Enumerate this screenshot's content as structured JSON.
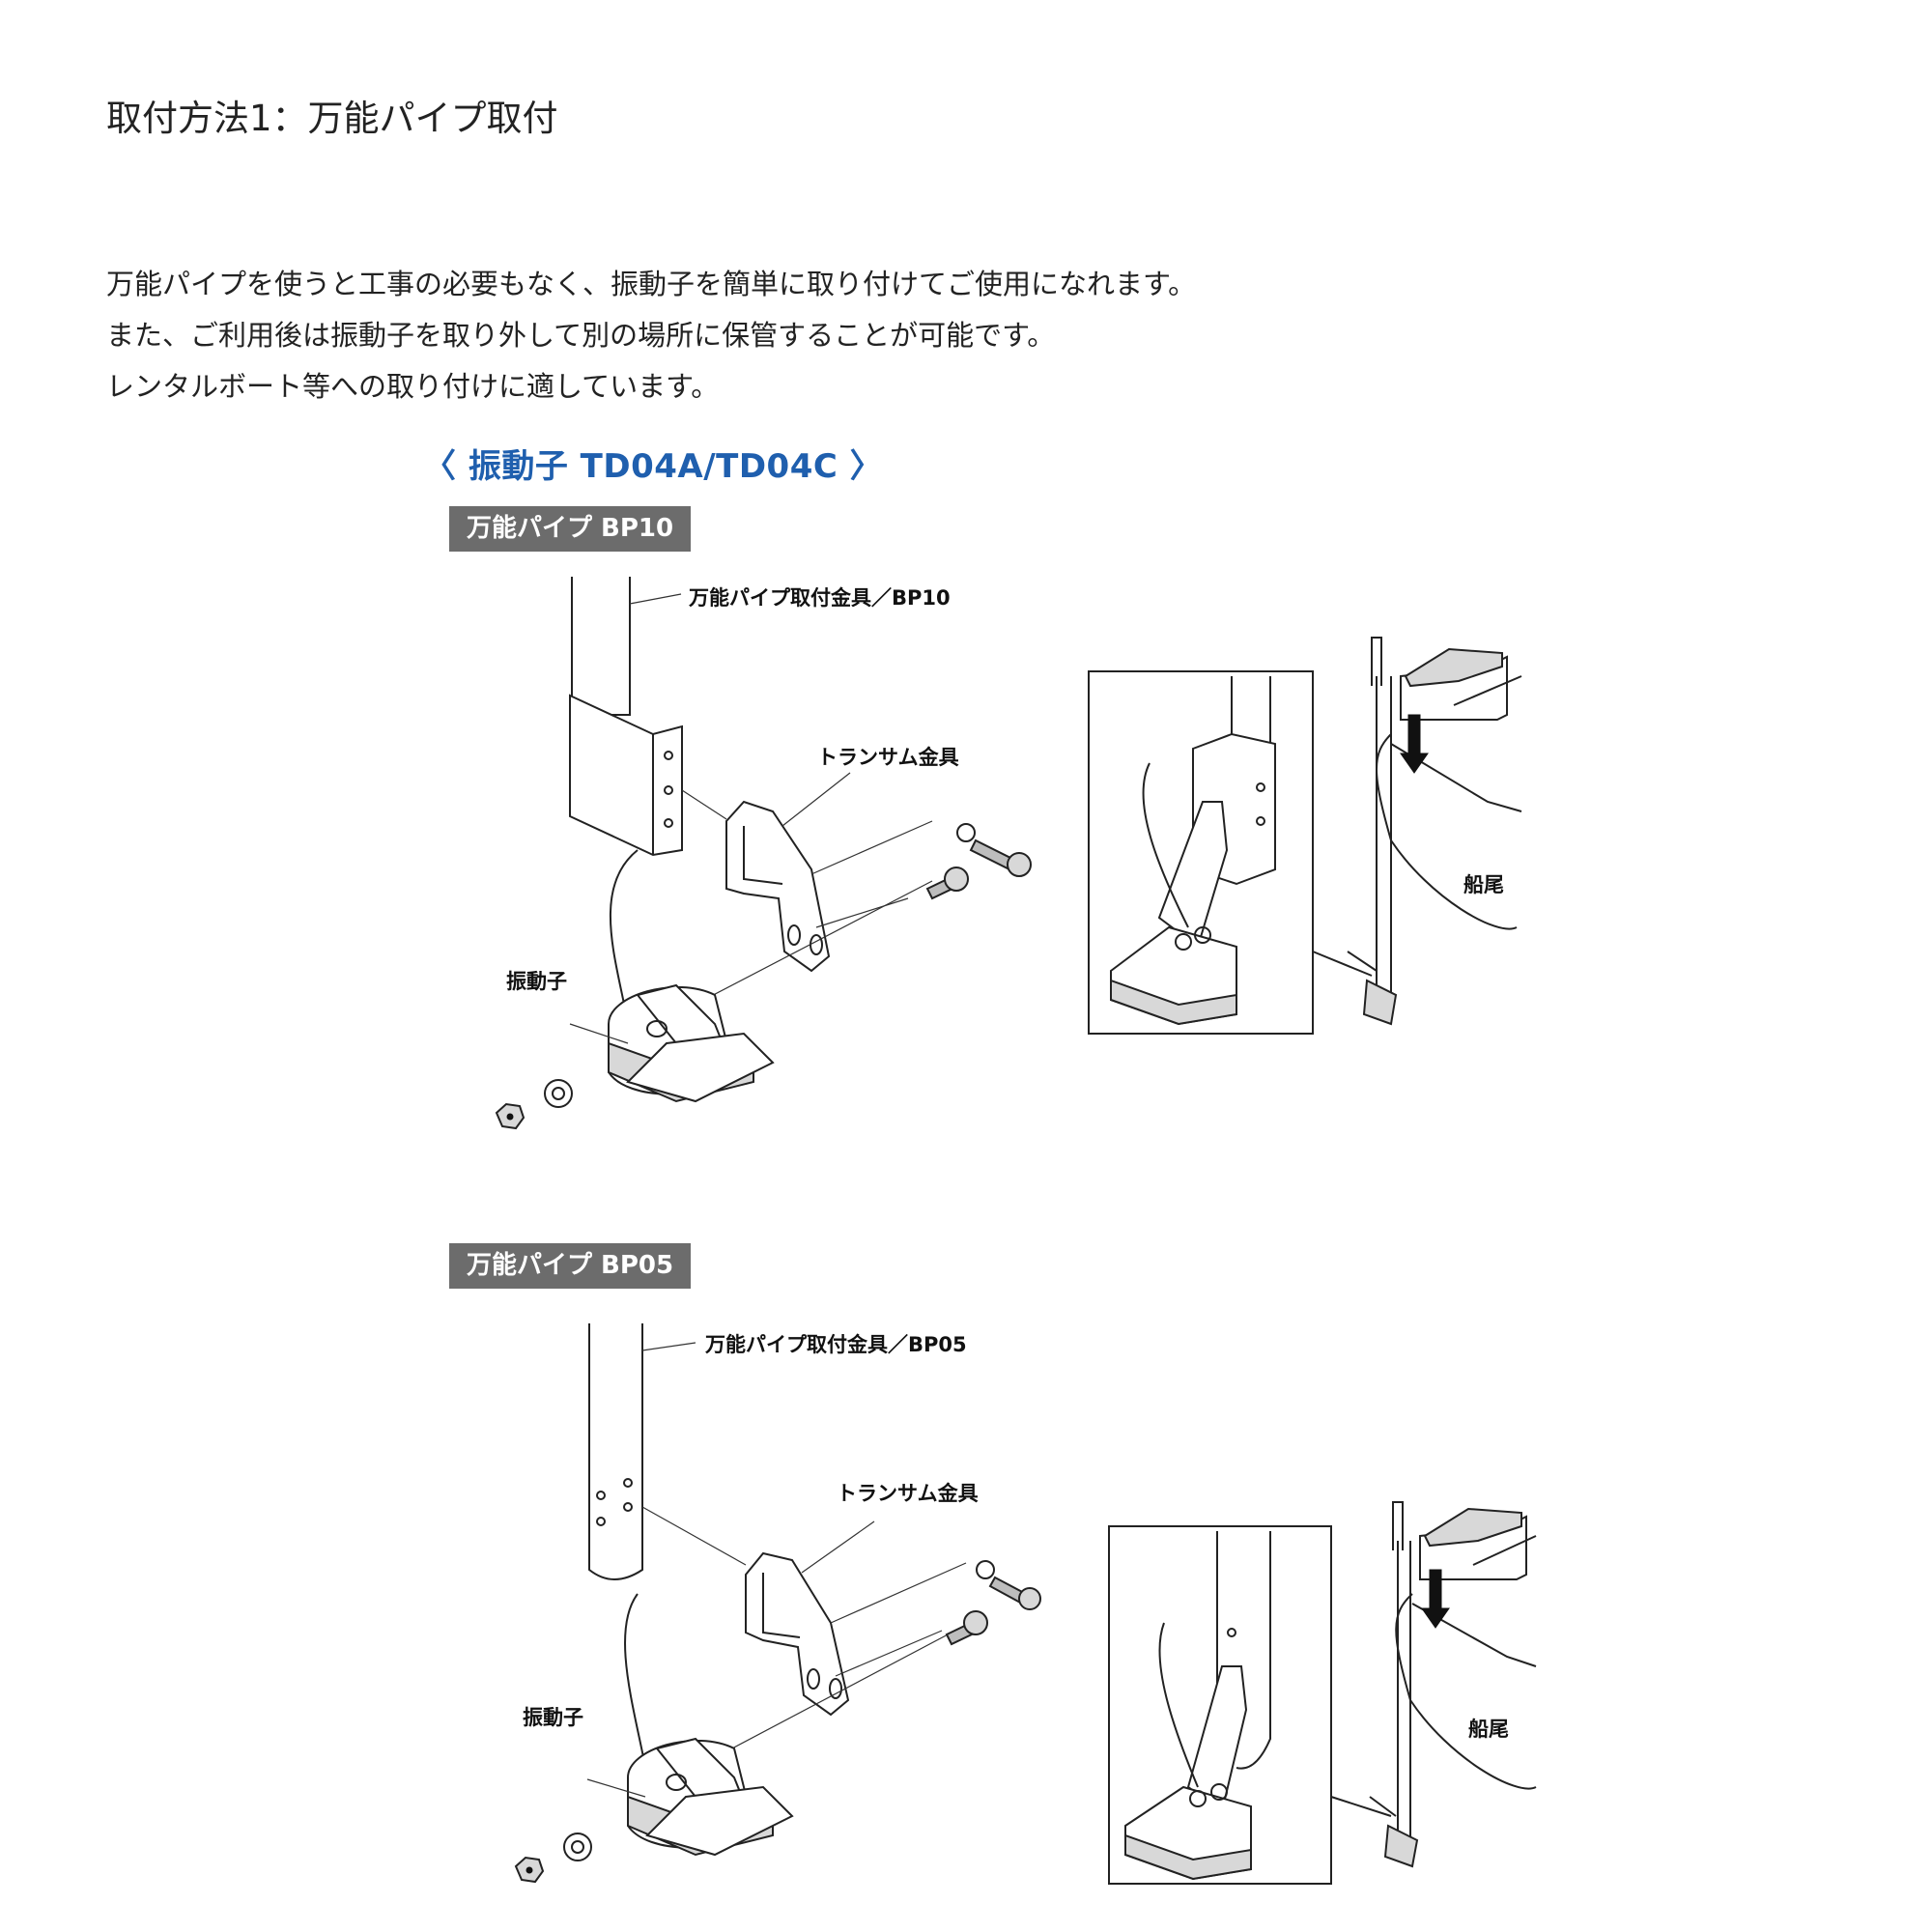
{
  "page": {
    "title": "取付方法1：万能パイプ取付",
    "intro": [
      "万能パイプを使うと工事の必要もなく、振動子を簡単に取り付けてご使用になれます。",
      "また、ご利用後は振動子を取り外して別の場所に保管することが可能です。",
      "レンタルボート等への取り付けに適しています。"
    ]
  },
  "figure": {
    "heading": "〈 振動子 TD04A/TD04C 〉",
    "sections": [
      {
        "badge": "万能パイプ BP10",
        "labels": {
          "bracket": "万能パイプ取付金具／BP10",
          "transom": "トランサム金具",
          "transducer": "振動子",
          "stern": "船尾"
        }
      },
      {
        "badge": "万能パイプ BP05",
        "labels": {
          "bracket": "万能パイプ取付金具／BP05",
          "transom": "トランサム金具",
          "transducer": "振動子",
          "stern": "船尾"
        }
      }
    ]
  }
}
